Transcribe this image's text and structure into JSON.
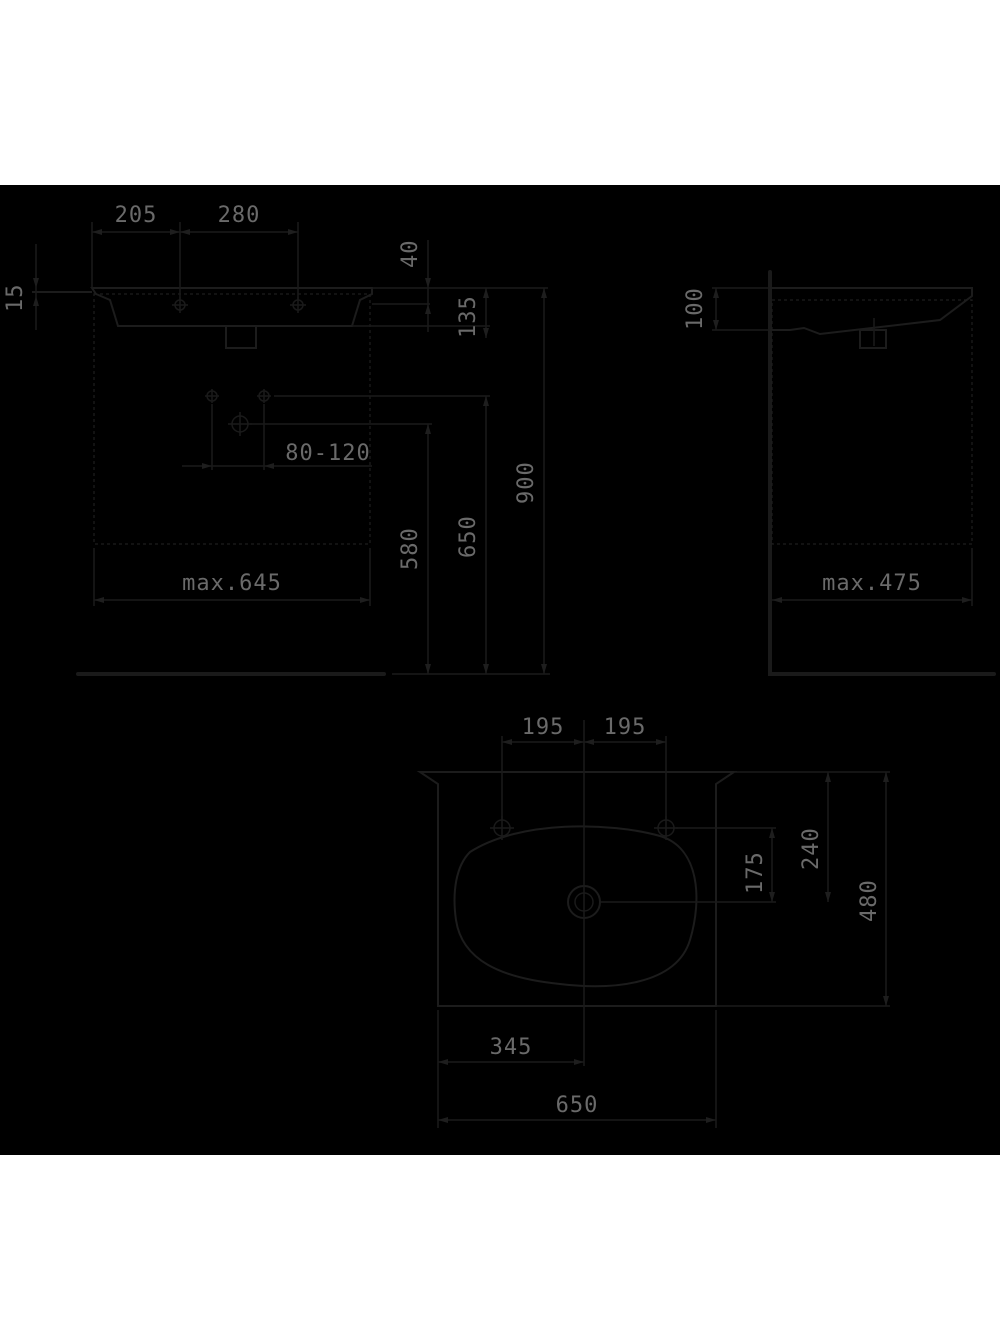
{
  "colors": {
    "background": "#ffffff",
    "panel": "#000000",
    "lines": "#1c1c1c",
    "text": "#6a6a6a"
  },
  "front_view": {
    "dim_205": "205",
    "dim_280": "280",
    "dim_15": "15",
    "dim_40": "40",
    "dim_135": "135",
    "dim_900": "900",
    "dim_650": "650",
    "dim_580": "580",
    "dim_80_120": "80-120",
    "dim_max645": "max.645"
  },
  "side_view": {
    "dim_100": "100",
    "dim_max475": "max.475"
  },
  "top_view": {
    "dim_195_left": "195",
    "dim_195_right": "195",
    "dim_175": "175",
    "dim_240": "240",
    "dim_480": "480",
    "dim_345": "345",
    "dim_650": "650"
  }
}
